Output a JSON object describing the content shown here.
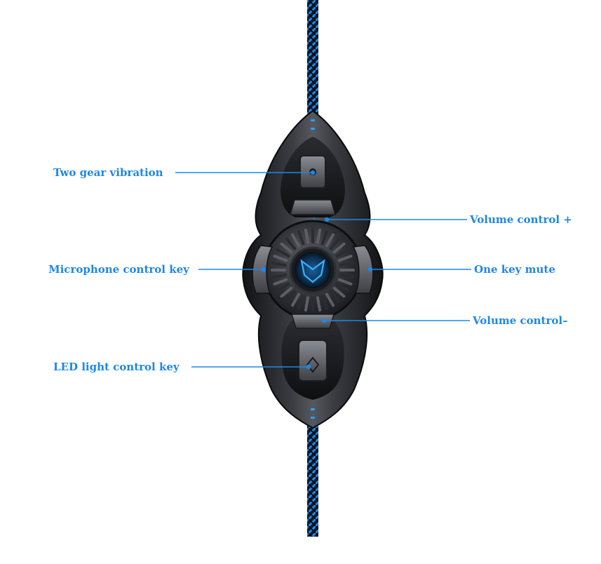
{
  "colors": {
    "accent": "#1f87e8",
    "body_dark": "#1c1d20",
    "body_mid": "#3a3c41",
    "body_light": "#6a6d73",
    "glow": "#22a6ff",
    "background": "#ffffff"
  },
  "callouts": [
    {
      "id": "vibration",
      "text": "Two gear vibration",
      "side": "left",
      "icon": "vibration-switch-icon"
    },
    {
      "id": "mic",
      "text": "Microphone control key",
      "side": "left",
      "icon": "microphone-key-icon"
    },
    {
      "id": "led",
      "text": "LED light control key",
      "side": "left",
      "icon": "led-key-icon"
    },
    {
      "id": "volup",
      "text": "Volume control +",
      "side": "right",
      "icon": "plus-icon"
    },
    {
      "id": "mute",
      "text": "One key mute",
      "side": "right",
      "icon": "mute-icon"
    },
    {
      "id": "voldown",
      "text": "Volume control–",
      "side": "right",
      "icon": "minus-icon"
    }
  ]
}
